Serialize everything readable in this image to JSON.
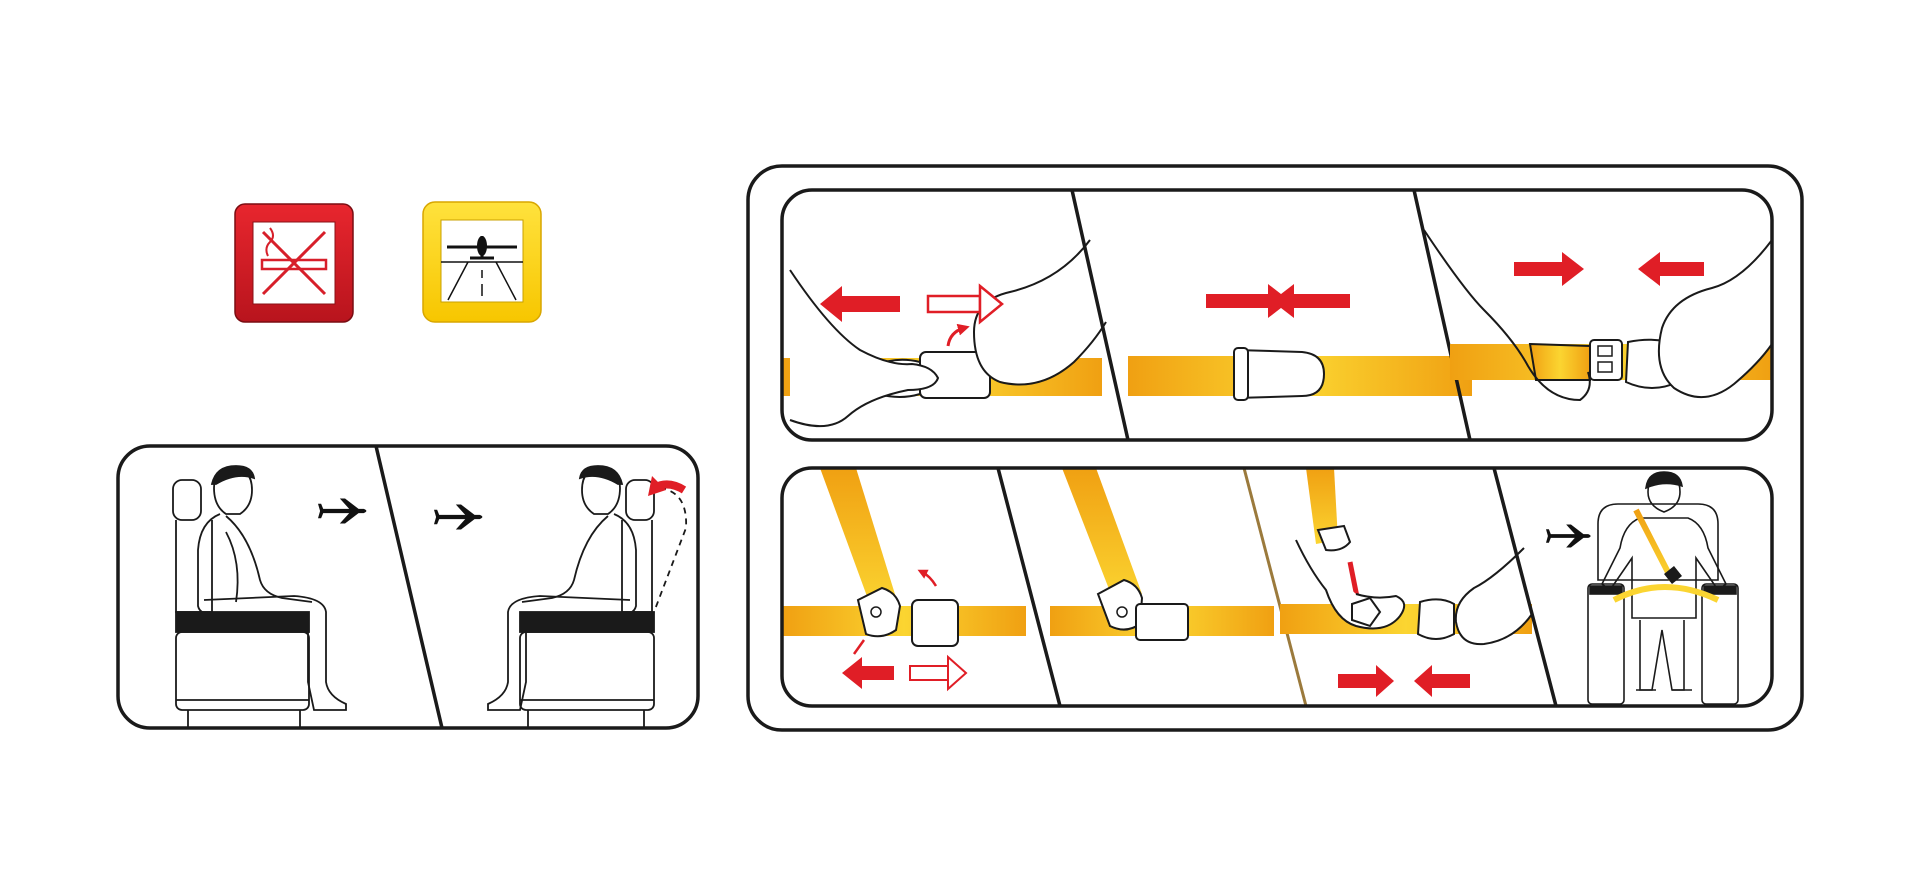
{
  "colors": {
    "belt_light": "#FBD531",
    "belt_dark": "#F0A012",
    "arrow_red": "#E01E26",
    "no_smoking_red": "#D71F2A",
    "takeoff_yellow": "#FFD400",
    "outline": "#1A1A1A",
    "guide_line": "#9B7A3C"
  },
  "icons": {
    "no_smoking": "no-smoking-sign-icon",
    "takeoff_landing": "airplane-takeoff-landing-sign-icon",
    "airplane": "airplane-icon"
  },
  "panels": {
    "seat_position": [
      "seat-upright-during-flight",
      "seat-back-raised-for-takeoff-landing"
    ],
    "lap_belt": [
      "unfasten-lap-belt",
      "tighten-lap-belt",
      "fasten-lap-belt"
    ],
    "shoulder_belt": [
      "unfasten-shoulder-belt",
      "shoulder-belt-fastened",
      "fasten-shoulder-belt",
      "passenger-seated-belted"
    ]
  }
}
